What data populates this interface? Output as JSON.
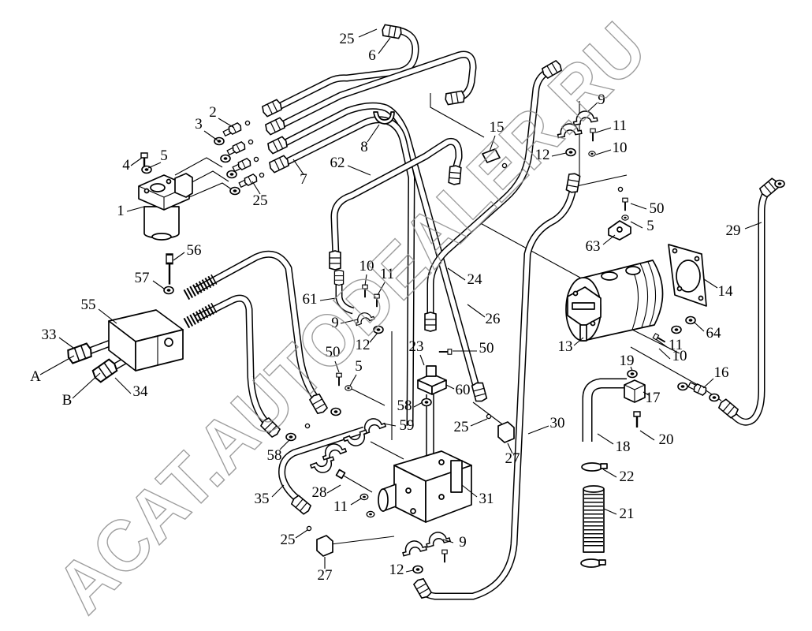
{
  "callouts": [
    "25",
    "6",
    "2",
    "3",
    "4",
    "5",
    "1",
    "25",
    "7",
    "8",
    "62",
    "15",
    "12",
    "9",
    "11",
    "10",
    "50",
    "5",
    "63",
    "29",
    "14",
    "56",
    "57",
    "55",
    "33",
    "A",
    "B",
    "34",
    "10",
    "11",
    "61",
    "9",
    "12",
    "24",
    "26",
    "23",
    "50",
    "13",
    "11",
    "64",
    "10",
    "50",
    "5",
    "60",
    "19",
    "16",
    "17",
    "58",
    "59",
    "25",
    "30",
    "18",
    "20",
    "58",
    "27",
    "22",
    "28",
    "35",
    "31",
    "11",
    "21",
    "25",
    "9",
    "27",
    "12"
  ],
  "watermark": "ACAT.AUTODEALER.RU"
}
